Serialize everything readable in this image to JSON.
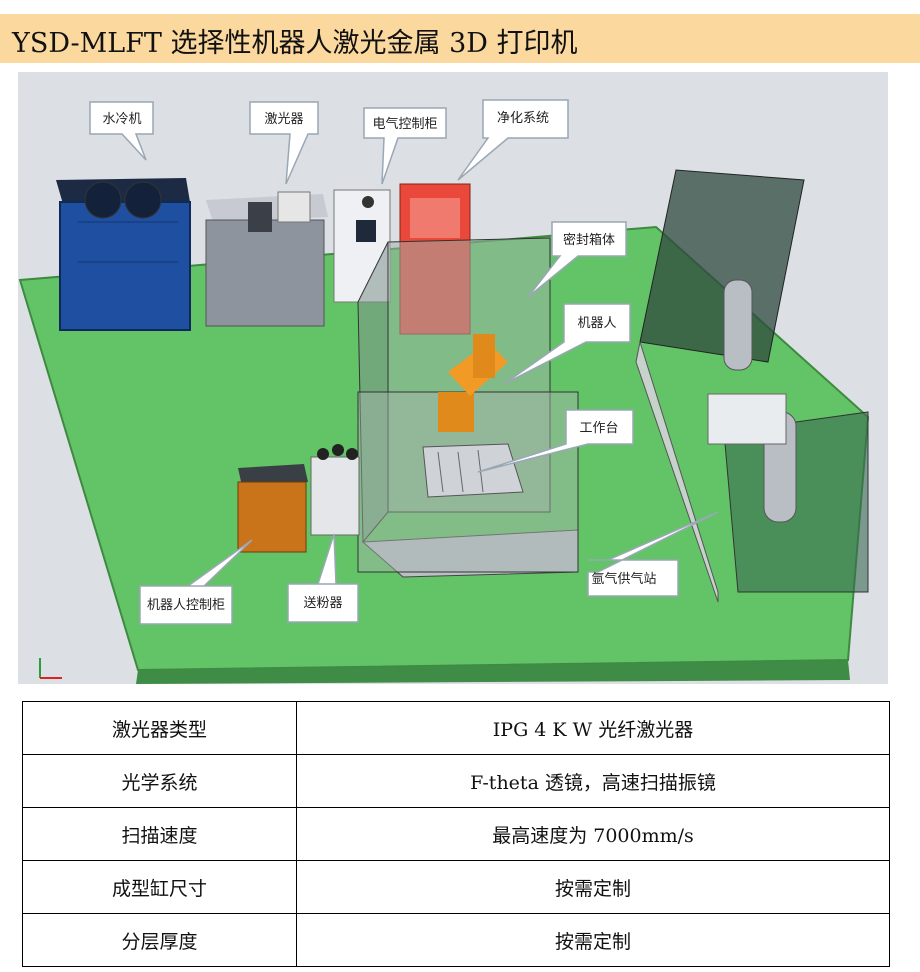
{
  "header": {
    "title": "YSD-MLFT 选择性机器人激光金属 3D 打印机"
  },
  "diagram": {
    "labels": {
      "water_chiller": "水冷机",
      "laser": "激光器",
      "electric_cabinet": "电气控制柜",
      "purification": "净化系统",
      "sealed_chamber": "密封箱体",
      "robot": "机器人",
      "worktable": "工作台",
      "robot_controller": "机器人控制柜",
      "powder_feeder": "送粉器",
      "argon_station": "氩气供气站"
    }
  },
  "specs": {
    "rows": [
      {
        "key": "激光器类型",
        "value": "IPG 4 K W 光纤激光器"
      },
      {
        "key": "光学系统",
        "value": "F-theta 透镜，高速扫描振镜"
      },
      {
        "key": "扫描速度",
        "value": "最高速度为 7000mm/s"
      },
      {
        "key": "成型缸尺寸",
        "value": "按需定制"
      },
      {
        "key": "分层厚度",
        "value": "按需定制"
      }
    ]
  }
}
